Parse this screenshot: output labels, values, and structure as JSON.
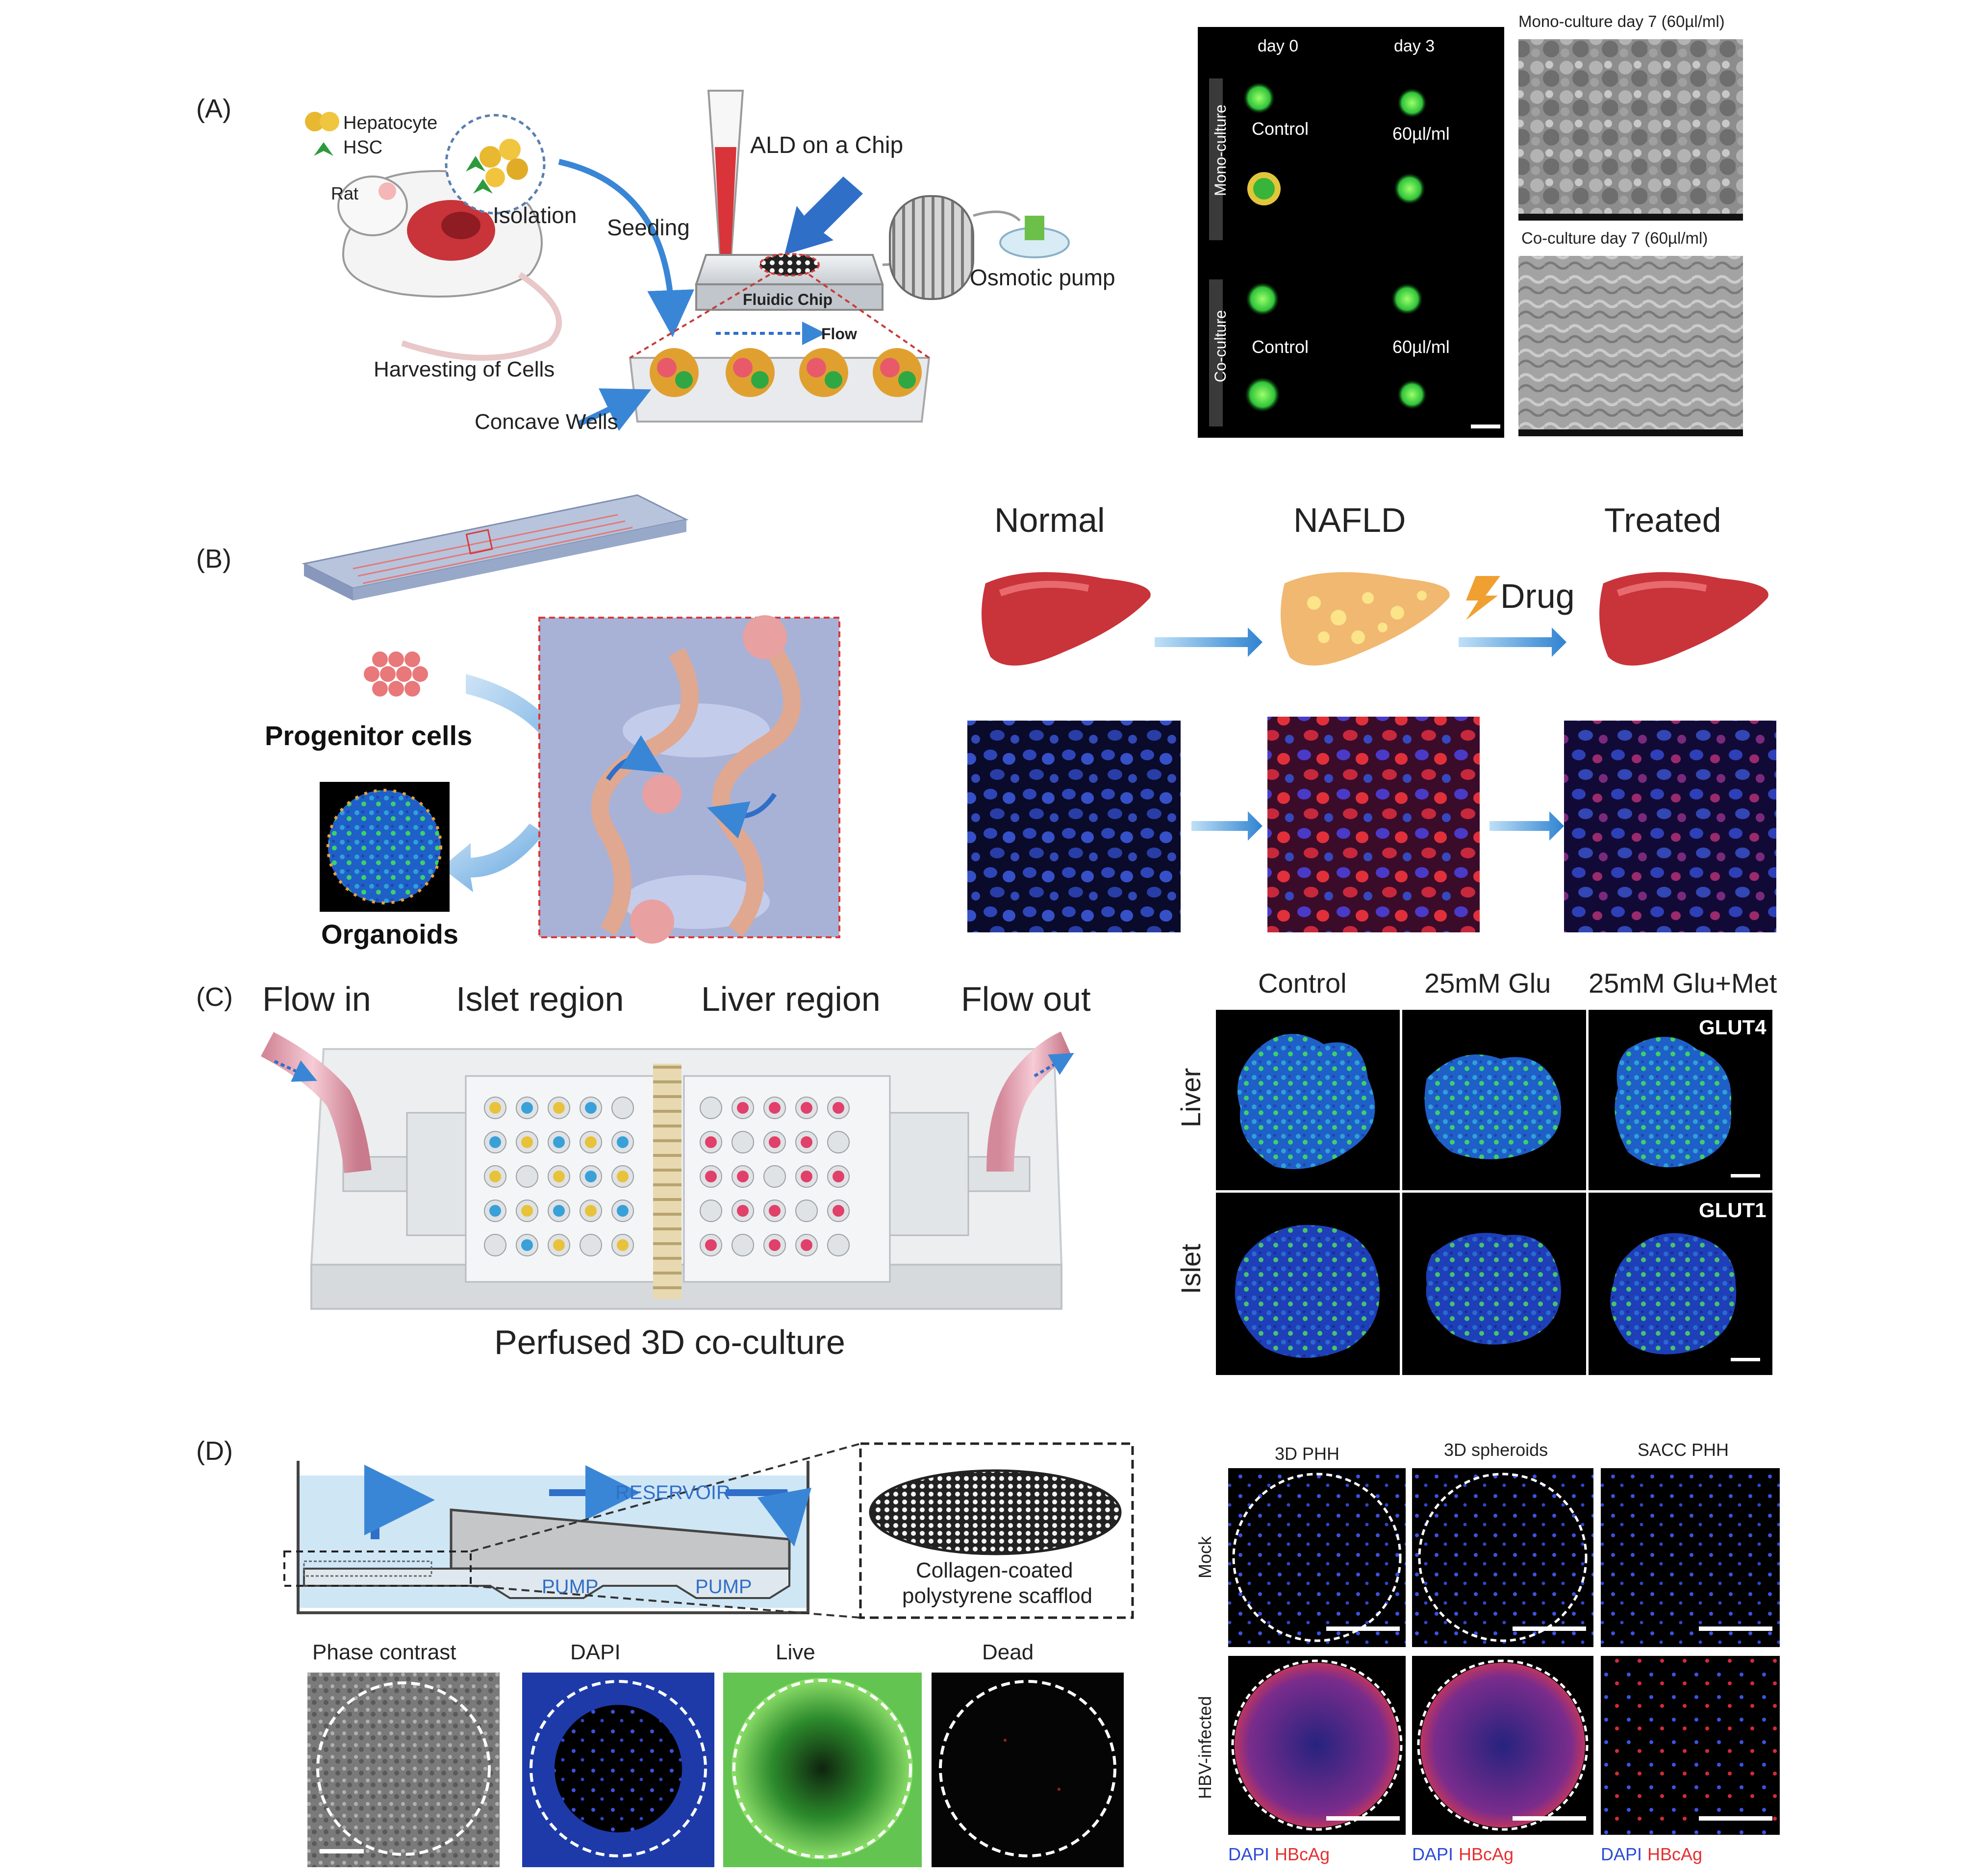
{
  "panel_a": {
    "letter": "(A)",
    "legend_hepatocyte": "Hepatocyte",
    "legend_hsc": "HSC",
    "rat": "Rat",
    "isolation": "Isolation",
    "seeding": "Seeding",
    "harvesting": "Harvesting of Cells",
    "concave_wells": "Concave Wells",
    "ald_on_chip": "ALD on a Chip",
    "fluidic_chip": "Fluidic Chip",
    "flow": "Flow",
    "osmotic_pump": "Osmotic pump",
    "day0": "day 0",
    "day3": "day 3",
    "mono_culture": "Mono-culture",
    "co_culture": "Co-culture",
    "control": "Control",
    "dose": "60µl/ml",
    "sem_mono": "Mono-culture day 7 (60µl/ml)",
    "sem_co": "Co-culture day 7 (60µl/ml)"
  },
  "panel_b": {
    "letter": "(B)",
    "progenitor": "Progenitor cells",
    "organoids": "Organoids",
    "normal": "Normal",
    "nafld": "NAFLD",
    "treated": "Treated",
    "drug": "Drug"
  },
  "panel_c": {
    "letter": "(C)",
    "flow_in": "Flow in",
    "islet_region": "Islet region",
    "liver_region": "Liver region",
    "flow_out": "Flow out",
    "perfused": "Perfused 3D co-culture",
    "col_control": "Control",
    "col_glu": "25mM Glu",
    "col_glu_met": "25mM Glu+Met",
    "row_liver": "Liver",
    "row_islet": "Islet",
    "glut4": "GLUT4",
    "glut1": "GLUT1"
  },
  "panel_d": {
    "letter": "(D)",
    "reservoir": "RESERVOIR",
    "pump": "PUMP",
    "scaffold_line1": "Collagen-coated",
    "scaffold_line2": "polystyrene scafflod",
    "phase_contrast": "Phase contrast",
    "dapi": "DAPI",
    "live": "Live",
    "dead": "Dead",
    "col_3dphh": "3D PHH",
    "col_3dspheroids": "3D spheroids",
    "col_sacc": "SACC PHH",
    "row_mock": "Mock",
    "row_hbv": "HBV-infected",
    "legend_dapi": "DAPI",
    "legend_hbcag": "HBcAg"
  },
  "colors": {
    "dapi_blue": "#2b4bd8",
    "hbcag_red": "#e53030",
    "arrow_blue": "#3a86d6",
    "liver_red": "#c8343a"
  }
}
